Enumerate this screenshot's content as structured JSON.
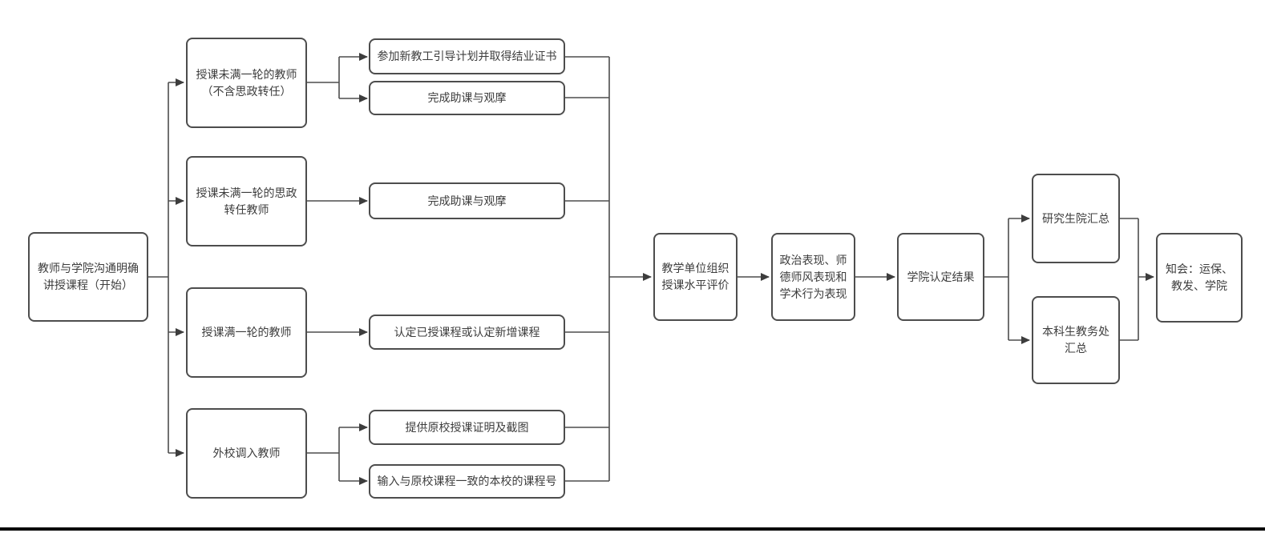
{
  "diagram": {
    "type": "flowchart",
    "nodes": {
      "start": {
        "label": "教师与学院沟通明确讲授课程（开始）"
      },
      "new_teacher": {
        "label": "授课未满一轮的教师（不含思政转任）"
      },
      "sizheng_teacher": {
        "label": "授课未满一轮的思政转任教师"
      },
      "full_round_teacher": {
        "label": "授课满一轮的教师"
      },
      "external_teacher": {
        "label": "外校调入教师"
      },
      "req_cert": {
        "label": "参加新教工引导计划并取得结业证书"
      },
      "req_assist1": {
        "label": "完成助课与观摩"
      },
      "req_assist2": {
        "label": "完成助课与观摩"
      },
      "req_recognize": {
        "label": "认定已授课程或认定新增课程"
      },
      "req_proof": {
        "label": "提供原校授课证明及截图"
      },
      "req_course_id": {
        "label": "输入与原校课程一致的本校的课程号"
      },
      "unit_eval": {
        "label": "教学单位组织授课水平评价"
      },
      "conduct_review": {
        "label": "政治表现、师德师风表现和学术行为表现"
      },
      "college_result": {
        "label": "学院认定结果"
      },
      "grad_school": {
        "label": "研究生院汇总"
      },
      "undergrad_office": {
        "label": "本科生教务处汇总"
      },
      "notify": {
        "label": "知会：运保、教发、学院"
      }
    },
    "colors": {
      "line": "#4d4d4d",
      "border": "#4d4d4d",
      "text": "#3d3d3d",
      "background": "#ffffff",
      "bottom_bar": "#000000"
    }
  }
}
